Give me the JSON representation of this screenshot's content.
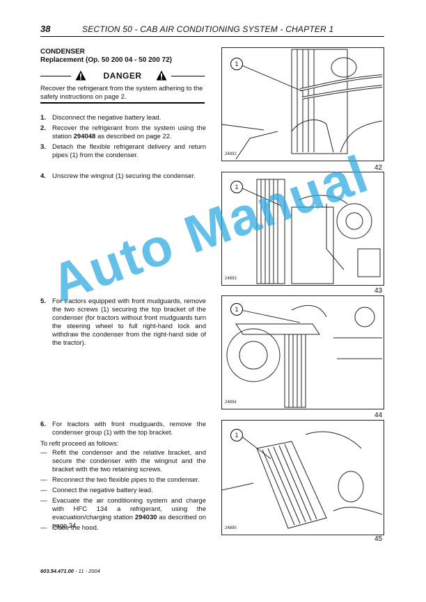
{
  "header": {
    "page_number": "38",
    "section_title": "SECTION 50 - CAB AIR CONDITIONING SYSTEM - CHAPTER 1"
  },
  "heading": {
    "title": "CONDENSER",
    "subtitle": "Replacement (Op. 50 200 04 - 50 200 72)"
  },
  "danger": {
    "label": "DANGER",
    "text": "Recover the refrigerant from the system adhering to the safety instructions on page  2."
  },
  "steps": [
    {
      "num": "1.",
      "text": "Disconnect the negative battery lead."
    },
    {
      "num": "2.",
      "text_pre": "Recover the refrigerant from the system using the station ",
      "bold": "294048",
      "text_post": " as described on page  22."
    },
    {
      "num": "3.",
      "text": "Detach the flexible refrigerant delivery and return pipes (1) from the condenser."
    },
    {
      "num": "4.",
      "text": "Unscrew the wingnut (1) securing the condenser."
    },
    {
      "num": "5.",
      "text": "For tractors equipped with front mudguards, remove the two screws (1) securing the top bracket of the condenser (for tractors without front mudguards turn the steering wheel to full right-hand lock and withdraw the condenser from the right-hand side of the tractor)."
    },
    {
      "num": "6.",
      "text": "For tractors with front mudguards, remove the condenser group (1) with the top bracket."
    }
  ],
  "refit_intro": "To refit proceed as follows:",
  "refit_steps": [
    {
      "dash": "—",
      "text": "Refit the condenser and the relative bracket, and secure the condenser with the wingnut and the bracket with the two retaining screws."
    },
    {
      "dash": "—",
      "text": "Reconnect the two flexible pipes to the condenser."
    },
    {
      "dash": "—",
      "text": "Connect the negative battery lead."
    },
    {
      "dash": "—",
      "text_pre": "Evacuate the air conditioning system and charge with HFC 134 a refrigerant, using the evacuation/charging station ",
      "bold": "294030",
      "text_post": " as described on page 24."
    },
    {
      "dash": "—",
      "text": "Close the hood."
    }
  ],
  "figures": [
    {
      "code": "24892",
      "number": "42",
      "callout": "1"
    },
    {
      "code": "24893",
      "number": "43",
      "callout": "1"
    },
    {
      "code": "24894",
      "number": "44",
      "callout": "1"
    },
    {
      "code": "24895",
      "number": "45",
      "callout": "1"
    }
  ],
  "watermark": "Auto Manual",
  "footer": {
    "doc_number": "603.54.471.00",
    "date": " - 11 - 2004"
  }
}
